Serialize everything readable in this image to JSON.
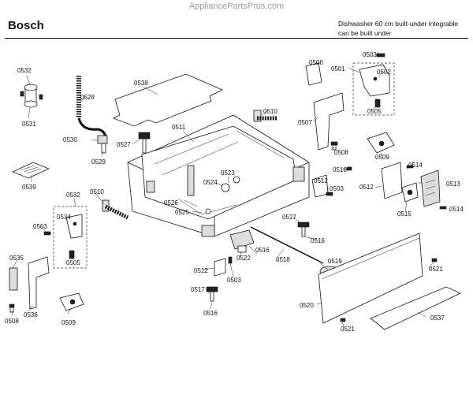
{
  "header": {
    "site": "AppliancePartsPros.com",
    "brand": "Bosch",
    "description_line1": "Dishwasher 60 cm built-under integrable",
    "description_line2": "can be built under"
  },
  "diagram": {
    "part_labels": [
      "0532",
      "0531",
      "0538",
      "0528",
      "0511",
      "0510",
      "0530",
      "0527",
      "0529",
      "0539",
      "0523",
      "0524",
      "0526",
      "0525",
      "0532",
      "0510",
      "0534",
      "0503",
      "0535",
      "0505",
      "0508",
      "0536",
      "0509",
      "0522",
      "0512",
      "0503",
      "0517",
      "0516",
      "0516",
      "0518",
      "0517",
      "0519",
      "0516",
      "0506",
      "0501",
      "0503",
      "0502",
      "0505",
      "0507",
      "0508",
      "0509",
      "0512",
      "0503",
      "0516",
      "0512",
      "0514",
      "0513",
      "0515",
      "0514",
      "0521",
      "0520",
      "0521",
      "0537"
    ]
  }
}
